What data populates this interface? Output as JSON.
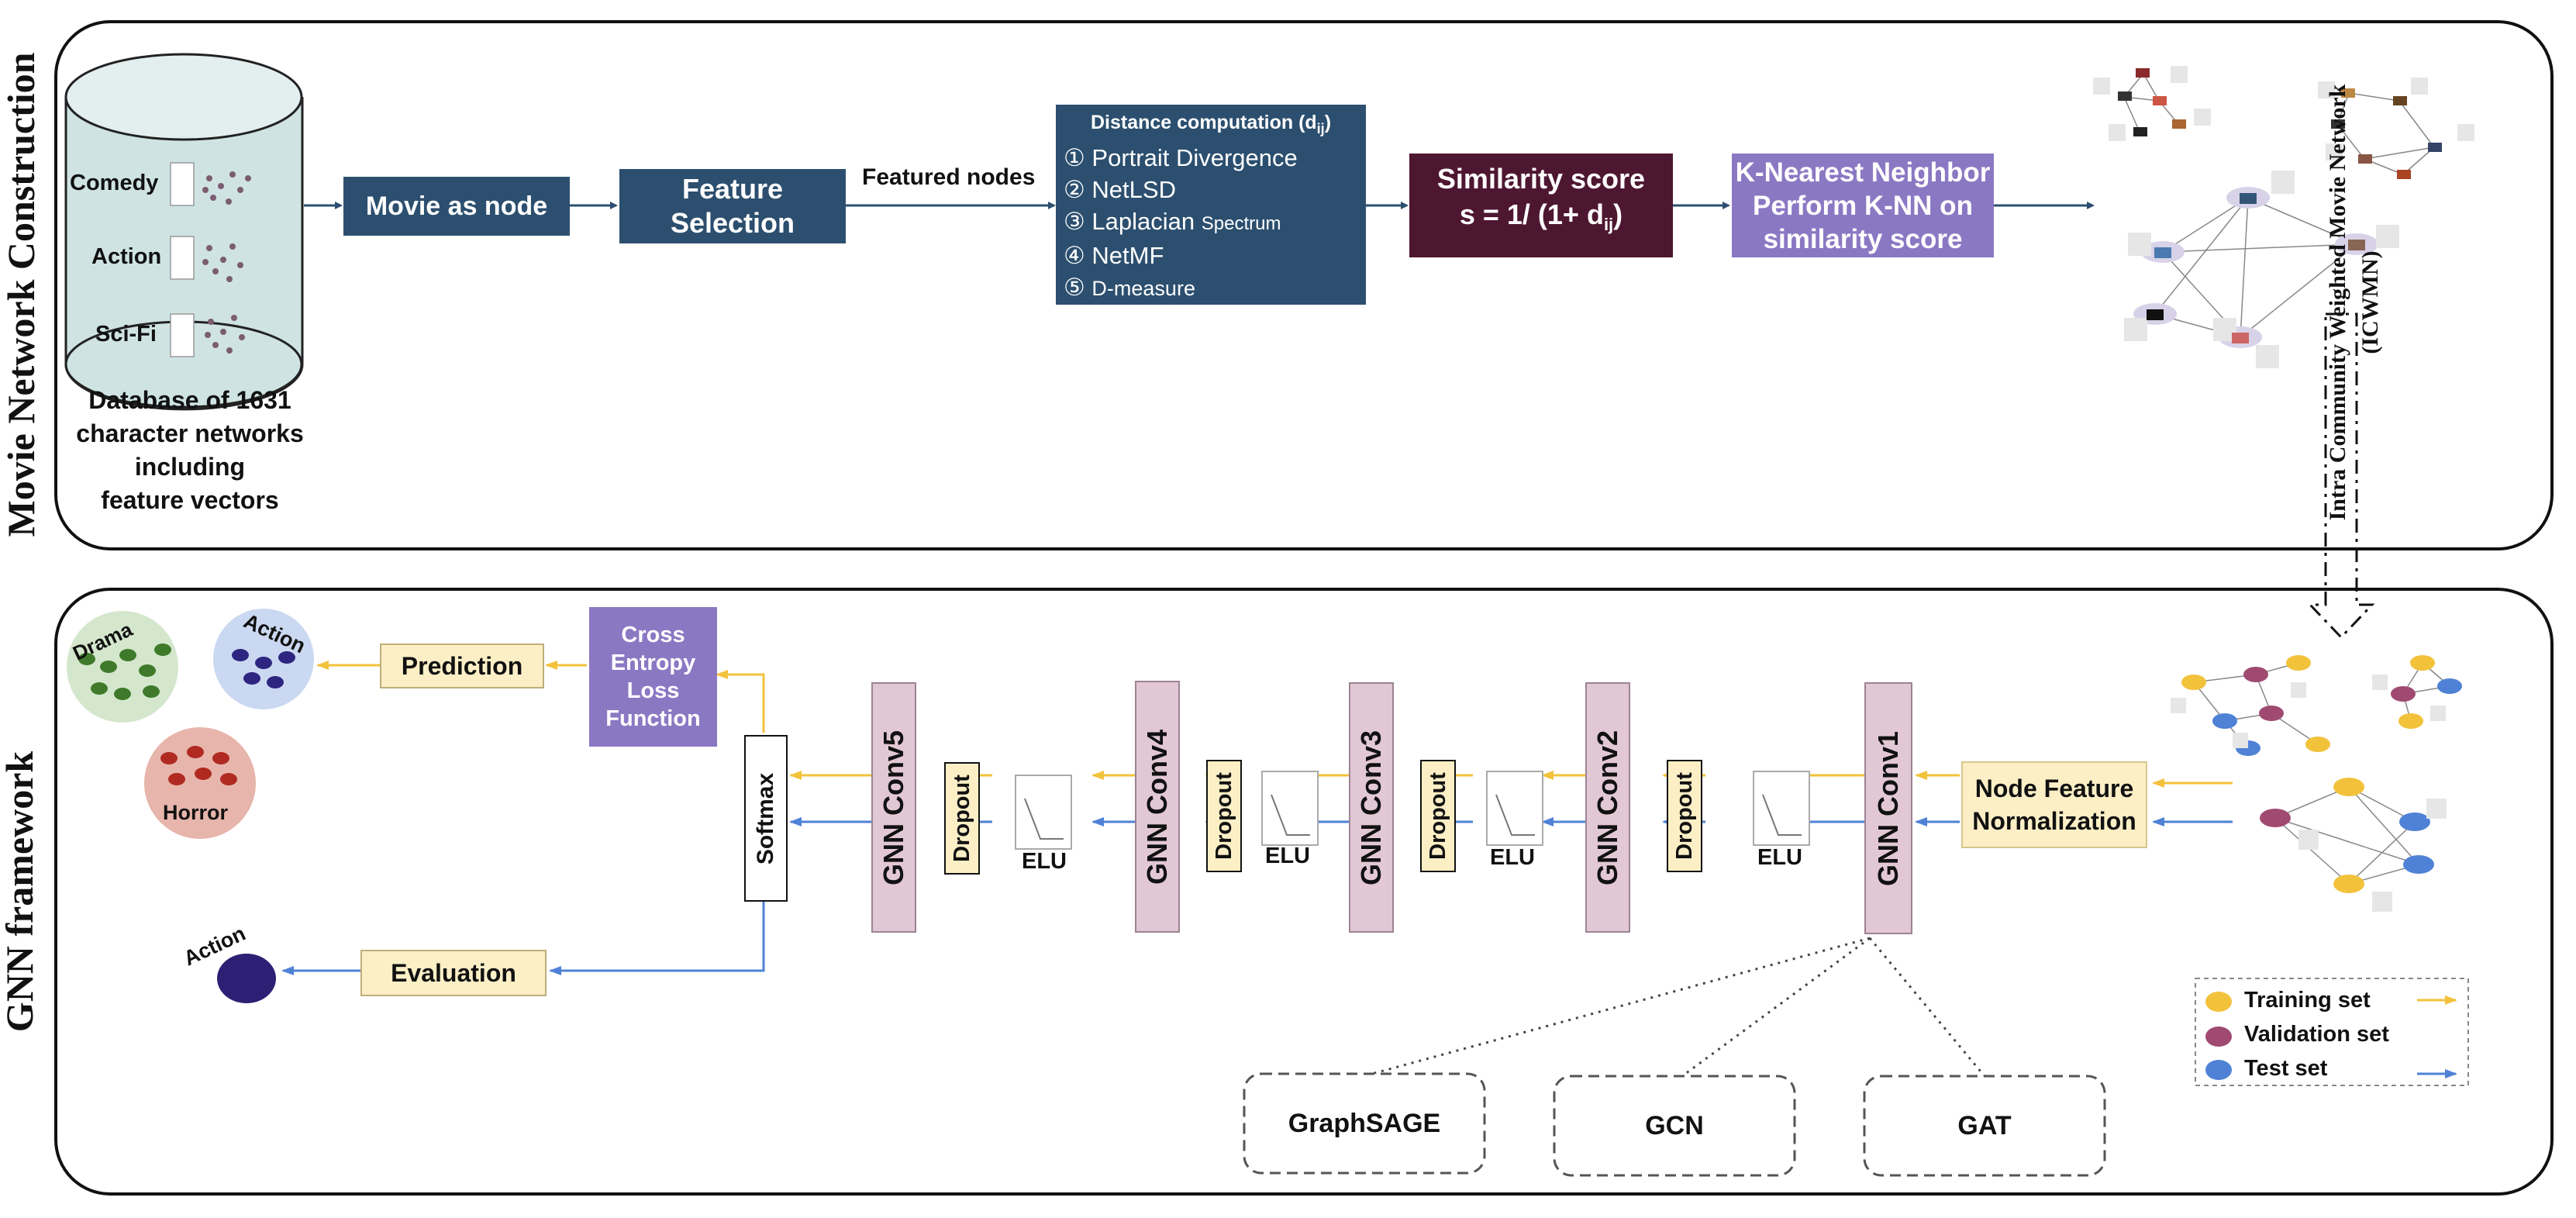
{
  "top_panel": {
    "section_label": "Movie Network Construction",
    "db_genres": [
      "Comedy",
      "Action",
      "Sci-Fi"
    ],
    "db_caption": [
      "Database of 1631",
      "character networks",
      "including",
      "feature vectors"
    ],
    "movie_as_node": "Movie as node",
    "feature_selection": [
      "Feature",
      "Selection"
    ],
    "featured_nodes": "Featured nodes",
    "distance": {
      "title": "Distance computation (d",
      "title_sub": "ij",
      "title_close": ")",
      "items": [
        {
          "num": "①",
          "text": "Portrait Divergence",
          "small": ""
        },
        {
          "num": "②",
          "text": "NetLSD",
          "small": ""
        },
        {
          "num": "③",
          "text": "Laplacian ",
          "small": "Spectrum"
        },
        {
          "num": "④",
          "text": "NetMF",
          "small": ""
        },
        {
          "num": "⑤",
          "text": "",
          "small": "D-measure"
        }
      ]
    },
    "similarity": {
      "line1": "Similarity score",
      "line2": "s = 1/ (1+ d",
      "sub": "ij",
      "close": ")"
    },
    "knn": [
      "K-Nearest Neighbor",
      "Perform K-NN on",
      "similarity score"
    ],
    "icwmn_label1": "Intra Community Weighted  Movie Network",
    "icwmn_label2": "(ICWMN)"
  },
  "bottom_panel": {
    "section_label": "GNN framework",
    "node_feature_norm": [
      "Node Feature",
      "Normalization"
    ],
    "conv_labels": [
      "GNN Conv1",
      "GNN Conv2",
      "GNN Conv3",
      "GNN Conv4",
      "GNN Conv5"
    ],
    "dropout": "Dropout",
    "elu": "ELU",
    "softmax": "Softmax",
    "cross_entropy": [
      "Cross",
      "Entropy",
      "Loss",
      "Function"
    ],
    "prediction": "Prediction",
    "evaluation": "Evaluation",
    "clusters": [
      "Drama",
      "Action",
      "Horror"
    ],
    "eval_output": "Action",
    "variants": [
      "GraphSAGE",
      "GCN",
      "GAT"
    ],
    "legend": [
      {
        "label": "Training set",
        "color": "#f2c23b"
      },
      {
        "label": "Validation set",
        "color": "#a04a72"
      },
      {
        "label": "Test set",
        "color": "#4f82d6"
      }
    ]
  },
  "colors": {
    "navy": "#2c4f6f",
    "maroon": "#4e1731",
    "purple": "#8b78c3",
    "conv_pink": "#e2c8d4",
    "cream": "#fcefc6",
    "train_arrow": "#f2c23b",
    "test_arrow": "#4f82d6"
  }
}
